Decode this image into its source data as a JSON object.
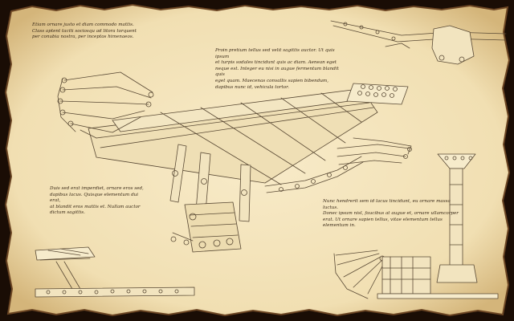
{
  "notes": [
    "Etiam ornare justo et diam commodo mattis.\nClass aptent taciti sociosqu ad litora torquent\nper conubia nostra, per inceptos himenaeos.",
    "Proin pretium tellus sed velit sagittis auctor. Ut quis ipsum\net turpis sodales tincidunt quis ac diam. Aenean eget\nneque est. Integer eu nisi in augue fermentum blandit quis\neget quam. Maecenas convallis sapien bibendum,\ndapibus nunc id, vehicula tortor.",
    "Duis sed erat imperdiet, ornare eros sed,\ndapibus lacus. Quisque elementum dui erat,\nat blandit eros mattis et. Nullam auctor\ndictum sagittis.",
    "Nunc hendrerit sem id lacus tincidunt, eu ornare massa luctus.\nDonec ipsum nisl, faucibus at augue et, ornare ullamcorper\nerat. Ut ornare sapien tellus, vitae elementum tellus\nelementum in."
  ],
  "colors": {
    "parchment": "#f4e5bf",
    "parchment_edge": "#d9bf88",
    "burnt_edge": "#1a0d05",
    "ink": "#3a2a18",
    "drawing_line": "#5a4a35"
  }
}
